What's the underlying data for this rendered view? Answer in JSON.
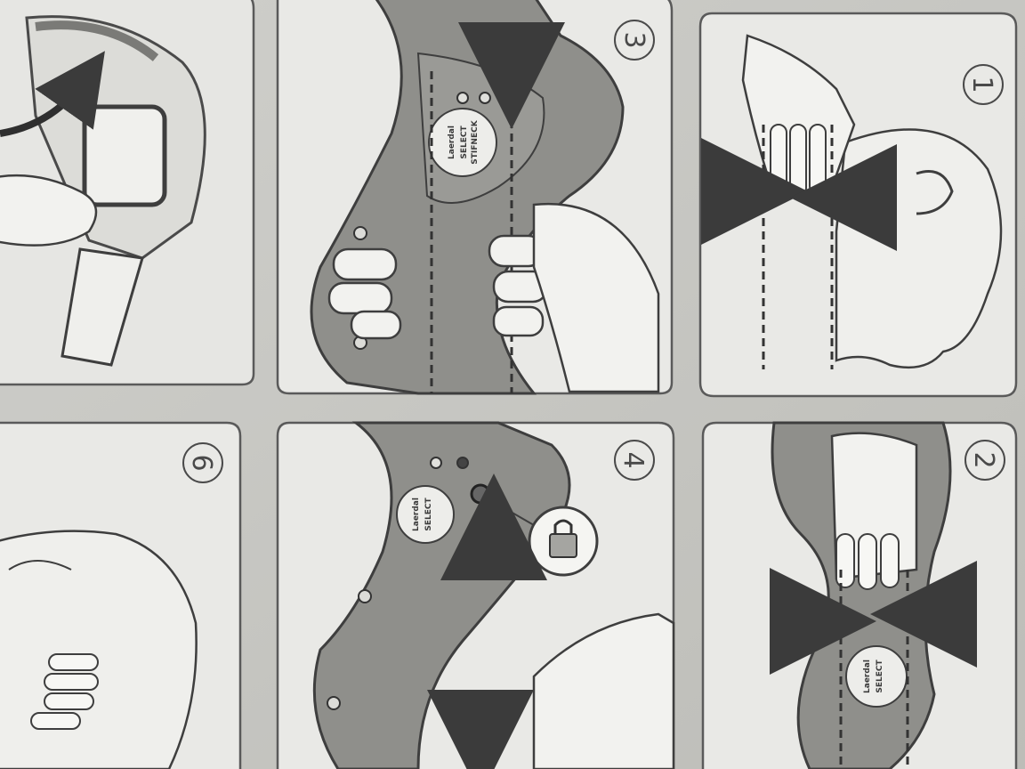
{
  "panels": [
    {
      "id": "panel-1",
      "step": "1"
    },
    {
      "id": "panel-2",
      "step": "2"
    },
    {
      "id": "panel-3",
      "step": "3"
    },
    {
      "id": "panel-4",
      "step": "4"
    },
    {
      "id": "panel-6",
      "step": "6"
    }
  ],
  "collar_label": {
    "brand": "Laerdal",
    "product": "STIFNECK",
    "model": "SELECT"
  },
  "colors": {
    "paper": "#d6d6d2",
    "panel_bg": "#e9e9e6",
    "panel_border": "#5a5a5a",
    "collar_fill": "#8f8f8b",
    "collar_dark": "#6d6d6a",
    "arrow": "#3b3b3b"
  }
}
